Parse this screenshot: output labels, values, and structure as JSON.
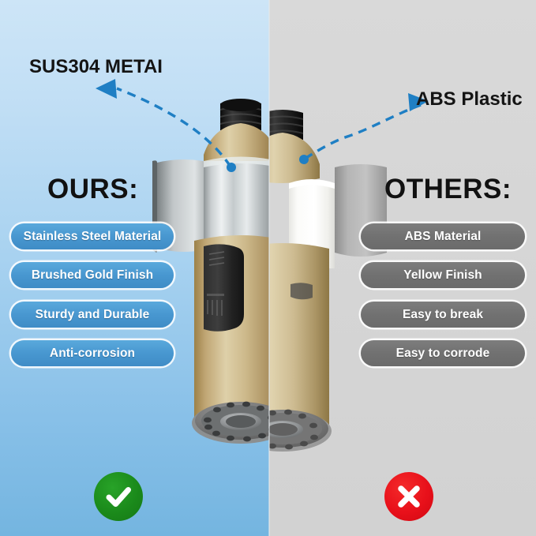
{
  "image": {
    "kind": "product-comparison-infographic",
    "subject": "kitchen faucet pull-down sprayer head",
    "split": "left half = OURS, right half = OTHERS"
  },
  "colors": {
    "left_background_top": "#cde5f7",
    "left_background_bottom": "#74b5e0",
    "right_background": "#d5d5d5",
    "pill_blue": "#4897d0",
    "pill_gray": "#717171",
    "callout_blue": "#1f7fc4",
    "check_green": "#1b8a1b",
    "cross_red": "#e8101a",
    "heading_black": "#111111",
    "faucet_gold": "#c9ab77",
    "faucet_steel": "#c8cccd",
    "faucet_white_plastic": "#f4f4f2",
    "faucet_gray_plastic": "#a8a8a8",
    "faucet_black": "#1c1c1c"
  },
  "callouts": [
    {
      "id": "metal",
      "label": "SUS304 METAI",
      "side": "left",
      "points_to": "brushed stainless steel collar of the sprayer head",
      "arrow_direction": "up-left",
      "style": "blue dashed leader line with filled triangle arrowhead and round dot end-marker"
    },
    {
      "id": "plastic",
      "label": "ABS Plastic",
      "side": "right",
      "points_to": "white ABS plastic collar of the sprayer head",
      "arrow_direction": "up-right",
      "style": "blue dashed leader line with filled triangle arrowhead and round dot end-marker"
    }
  ],
  "left": {
    "heading": "OURS:",
    "features": [
      "Stainless Steel Material",
      "Brushed Gold Finish",
      "Sturdy and Durable",
      "Anti-corrosion"
    ],
    "verdict_icon": "check-circle-icon",
    "verdict_meaning": "good"
  },
  "right": {
    "heading": "OTHERS:",
    "features": [
      "ABS Material",
      "Yellow Finish",
      "Easy to break",
      "Easy to corrode"
    ],
    "verdict_icon": "cross-circle-icon",
    "verdict_meaning": "bad"
  }
}
